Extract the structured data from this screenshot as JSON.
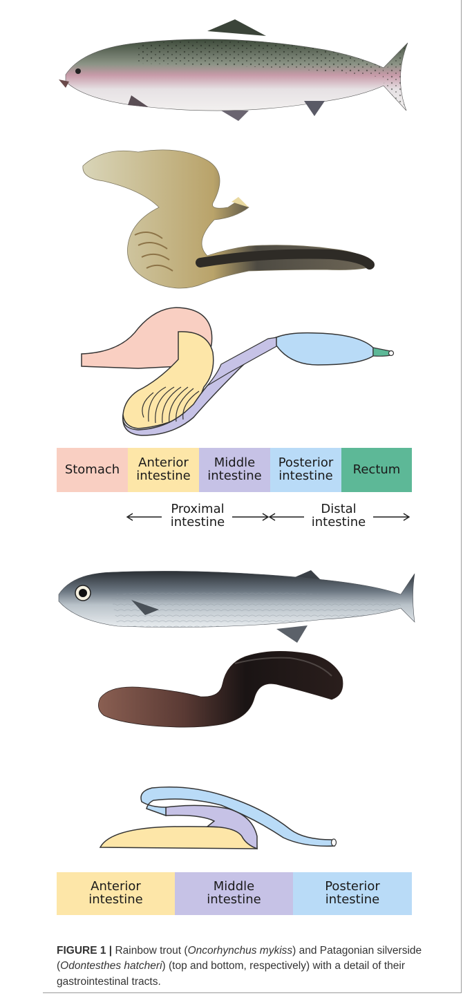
{
  "colors": {
    "stomach": "#f9cfc2",
    "anterior": "#fde6a8",
    "middle": "#c6c2e6",
    "posterior": "#b9dbf7",
    "rectum": "#5db897"
  },
  "trout_bar": [
    {
      "label": "Stomach",
      "color": "#f9cfc2"
    },
    {
      "label": "Anterior\nintestine",
      "color": "#fde6a8"
    },
    {
      "label": "Middle\nintestine",
      "color": "#c6c2e6"
    },
    {
      "label": "Posterior\nintestine",
      "color": "#b9dbf7"
    },
    {
      "label": "Rectum",
      "color": "#5db897"
    }
  ],
  "regions": {
    "proximal": "Proximal\nintestine",
    "distal": "Distal\nintestine"
  },
  "silverside_bar": [
    {
      "label": "Anterior\nintestine",
      "color": "#fde6a8"
    },
    {
      "label": "Middle\nintestine",
      "color": "#c6c2e6"
    },
    {
      "label": "Posterior\nintestine",
      "color": "#b9dbf7"
    }
  ],
  "caption": {
    "figure_label": "FIGURE 1 |",
    "text_1": " Rainbow trout (",
    "species_1": "Oncorhynchus mykiss",
    "text_2": ") and Patagonian silverside (",
    "species_2": "Odontesthes hatcheri",
    "text_3": ") (top and bottom, respectively) with a detail of their gastrointestinal tracts."
  }
}
